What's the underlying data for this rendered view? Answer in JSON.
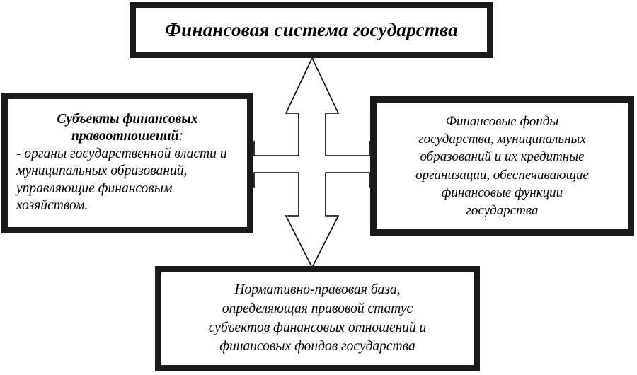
{
  "diagram": {
    "title_box": {
      "text": "Финансовая система государства"
    },
    "left_box": {
      "heading": "Субъекты финансовых правоотношений",
      "heading_colon": ":",
      "body": "- органы государственной власти и муниципальных образований, управляющие финансовым хозяйством."
    },
    "right_box": {
      "body": "Финансовые фонды\nгосударства, муниципальных\nобразований и  их кредитные\nорганизации, обеспечивающие\nфинансовые функции\nгосударства"
    },
    "bottom_box": {
      "body": "Нормативно-правовая база,\nопределяющая правовой статус\nсубъектов финансовых отношений и\nфинансовых фондов государства"
    },
    "connector": {
      "name": "four-way-arrow",
      "directions": "up-down-left-right",
      "fill": "#ffffff",
      "stroke": "#000000"
    },
    "colors": {
      "border": "#1a1a1a",
      "text": "#000000",
      "background": "#ffffff"
    }
  }
}
